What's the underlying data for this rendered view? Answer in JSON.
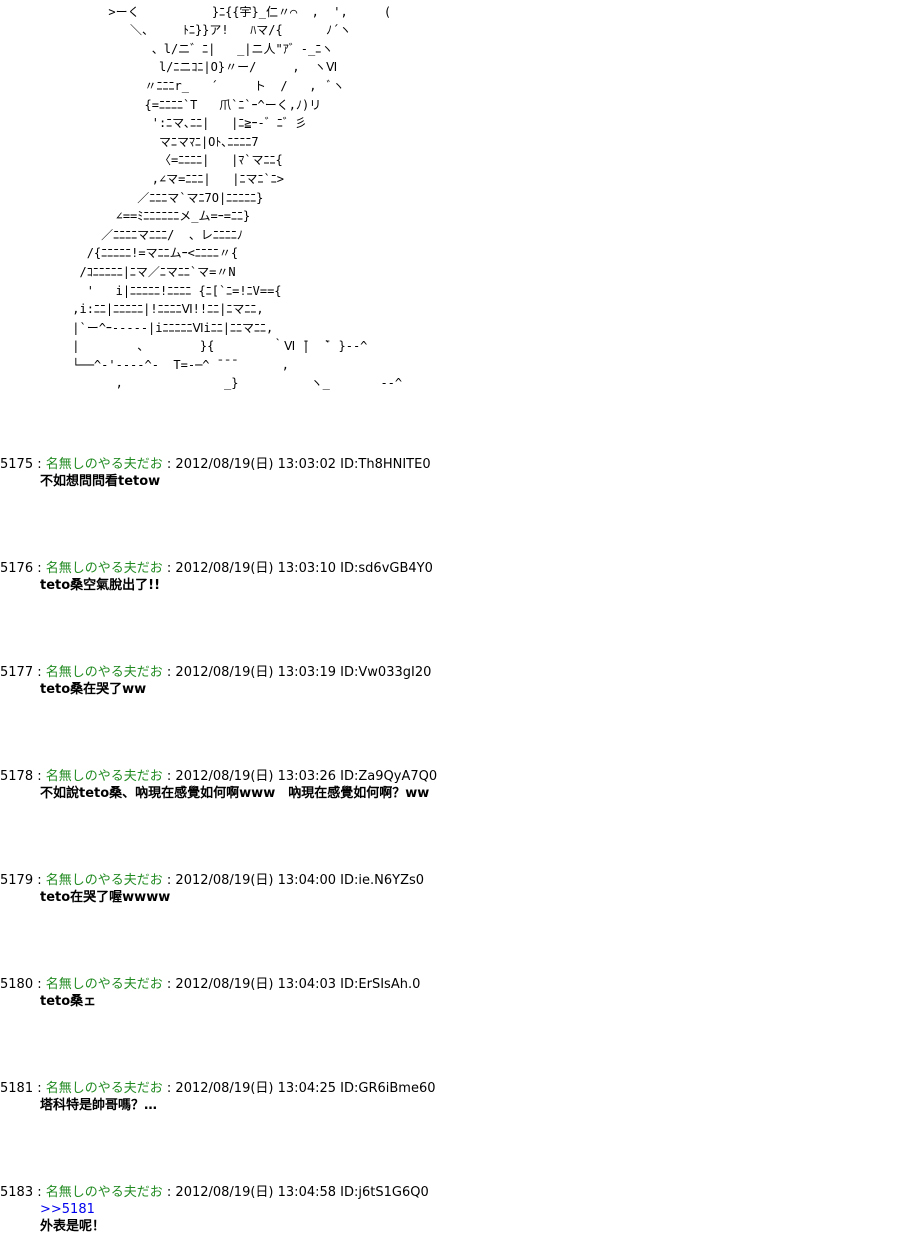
{
  "ascii_art": "             (  ⌒     ｰ   ,   _   ,ｨ  ｨ          ,)\n               >ーく          }ﾆ{{宇}_仁〃⌒  ,  ',     (\n                  ＼、    ﾄﾆ}}ア!   ﾊマ/{      ﾉ´ヽ\n                     、l/ニ゛ﾆ|   _|ニ人\"ｱ゛-_ﾆヽ\n                      l/ﾆニｺﾆ|O}〃ー/     ,  ヽⅥ\n                    〃ﾆﾆﾆr_   ´     ト  /   ,  ﾞヽ\n                    {=ﾆﾆﾆﾆ`T   爪`ﾆ`ｰ^ーく,ﾉ)リ\n                     ':ﾆマ､ﾆﾆ|   |ﾆ≧ｰ-゛ﾆ゛彡\n                      マﾆマﾏﾆ|Oﾄ､ﾆﾆﾆﾆ7\n                      〈=ﾆﾆﾆﾆ|   |ﾏ`マﾆﾆ{\n                     ,∠マ=ﾆﾆﾆ|   |ﾆマﾆ`ﾆ>\n                   ／ﾆﾆﾆマ`マﾆ7O|ﾆﾆﾆﾆﾆ}\n                ∠==ﾐﾆﾆﾆﾆﾆﾆメ_ム=ｰ=ﾆﾆ}\n              ／ﾆﾆﾆﾆマﾆﾆﾆ/  、レﾆﾆﾆﾆﾉ\n            /{ﾆﾆﾆﾆﾆ!=マﾆﾆムｰ<ﾆﾆﾆﾆ〃{\n           /ｺﾆﾆﾆﾆﾆ|ﾆマ／ﾆマﾆﾆ`マ=〃N\n            '   i|ﾆﾆﾆﾆﾆ!ﾆﾆﾆﾆ {ﾆ[`ﾆ=!ﾆV=={\n          ,i:ﾆﾆ|ﾆﾆﾆﾆﾆ|!ﾆﾆﾆﾆⅥ!!ﾆﾆ|ﾆマﾆﾆ,\n          |`ー^ｰ-----|iﾆﾆﾆﾆﾆⅥiﾆﾆ|ﾆﾆマﾆﾆ,\n          |        、       }{        ｀Ⅵ ̄|  ̄` }--^\n          └──^-'-‐--^-  T=-─^ ̄ ̄ ̄       ,\n                ,              _}          ヽ_       --^",
  "posts": [
    {
      "number": "5175",
      "name": "名無しのやる夫だお",
      "date": "2012/08/19(日)",
      "time": "13:03:02",
      "id": "ID:Th8HNITE0",
      "anchor": "",
      "body": "不如想問問看tetow"
    },
    {
      "number": "5176",
      "name": "名無しのやる夫だお",
      "date": "2012/08/19(日)",
      "time": "13:03:10",
      "id": "ID:sd6vGB4Y0",
      "anchor": "",
      "body": "teto桑空氣脫出了!!"
    },
    {
      "number": "5177",
      "name": "名無しのやる夫だお",
      "date": "2012/08/19(日)",
      "time": "13:03:19",
      "id": "ID:Vw033gI20",
      "anchor": "",
      "body": "teto桑在哭了ww"
    },
    {
      "number": "5178",
      "name": "名無しのやる夫だお",
      "date": "2012/08/19(日)",
      "time": "13:03:26",
      "id": "ID:Za9QyA7Q0",
      "anchor": "",
      "body": "不如說teto桑、吶現在感覺如何啊www　吶現在感覺如何啊？ww"
    },
    {
      "number": "5179",
      "name": "名無しのやる夫だお",
      "date": "2012/08/19(日)",
      "time": "13:04:00",
      "id": "ID:ie.N6YZs0",
      "anchor": "",
      "body": "teto在哭了喔wwww"
    },
    {
      "number": "5180",
      "name": "名無しのやる夫だお",
      "date": "2012/08/19(日)",
      "time": "13:04:03",
      "id": "ID:ErSIsAh.0",
      "anchor": "",
      "body": "teto桑ェ"
    },
    {
      "number": "5181",
      "name": "名無しのやる夫だお",
      "date": "2012/08/19(日)",
      "time": "13:04:25",
      "id": "ID:GR6iBme60",
      "anchor": "",
      "body": "塔科特是帥哥嗎？…"
    },
    {
      "number": "5183",
      "name": "名無しのやる夫だお",
      "date": "2012/08/19(日)",
      "time": "13:04:58",
      "id": "ID:j6tS1G6Q0",
      "anchor": ">>5181",
      "body": "外表是呢！"
    }
  ]
}
